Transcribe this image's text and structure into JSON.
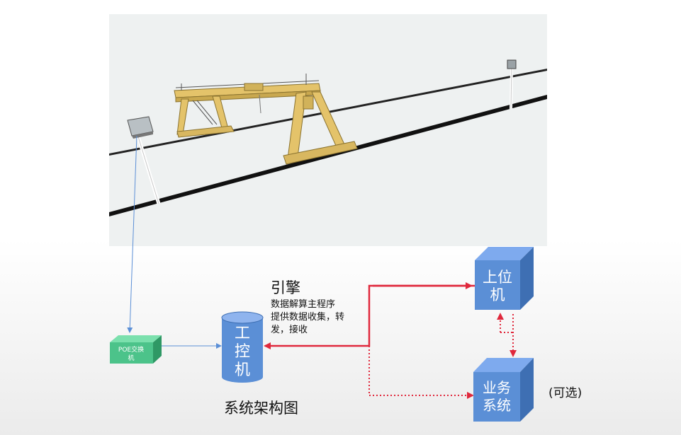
{
  "colors": {
    "cube_front": "#5b8fd6",
    "cube_top": "#7eaaee",
    "cube_side": "#3e6fb3",
    "cyl_body": "#5b8fd6",
    "cyl_top": "#8fb4ee",
    "poe_front": "#4cc38a",
    "poe_top": "#7be0ad",
    "poe_side": "#2f9865",
    "arrow_red": "#e0283c",
    "arrow_blue": "#5b8fd6",
    "scene_bg": "#eef1f1",
    "rail": "#111111",
    "crane": "#e4c36a"
  },
  "icons": [
    "gantry-crane-icon",
    "camera-sensor-icon",
    "poe-switch-box",
    "database-cylinder",
    "server-cube"
  ],
  "engine": {
    "title": "引擎",
    "line1": "数据解算主程序",
    "line2": "提供数据收集，转",
    "line3": "发，接收"
  },
  "nodes": {
    "poe": {
      "line1": "POE交换",
      "line2": "机"
    },
    "ipc": {
      "c1": "工",
      "c2": "控",
      "c3": "机"
    },
    "upper": {
      "line1": "上位",
      "line2": "机"
    },
    "business": {
      "line1": "业务",
      "line2": "系统"
    }
  },
  "optional_note": "(可选)",
  "caption": "系统架构图"
}
